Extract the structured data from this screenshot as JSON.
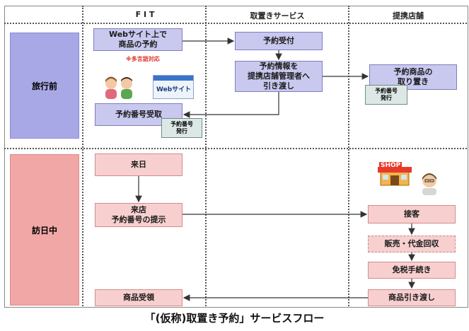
{
  "columns": {
    "col1": "F I T",
    "col2": "取置きサービス",
    "col3": "提携店舗"
  },
  "phases": {
    "before": "旅行前",
    "during": "訪日中"
  },
  "fit": {
    "web_reserve": "Webサイト上で\n商品の予約",
    "multilang_note": "※多言語対応",
    "website_label": "Webサイト",
    "reservation_no_received": "予約番号受取",
    "reservation_no_issued": "予約番号\n発行",
    "arrival": "来日",
    "visit_store": "来店\n予約番号の提示",
    "receive_goods": "商品受領"
  },
  "service": {
    "accept": "予約受付",
    "handover": "予約情報を\n提携店舗管理者へ\n引き渡し"
  },
  "store": {
    "hold_goods": "予約商品の\n取り置き",
    "reservation_no_issued": "予約番号\n発行",
    "shop_sign": "SHOP",
    "reception": "接客",
    "sales": "販売・代金回収",
    "tax_free": "免税手続き",
    "handover_goods": "商品引き渡し"
  },
  "caption": "「(仮称)取置き予約」サービスフロー",
  "colors": {
    "lavender": "#c9c8ef",
    "pink": "#f8cfcf",
    "side_lavender": "#9f9fe0",
    "side_pink": "#f2a7a7",
    "note_red": "#e0302a"
  }
}
